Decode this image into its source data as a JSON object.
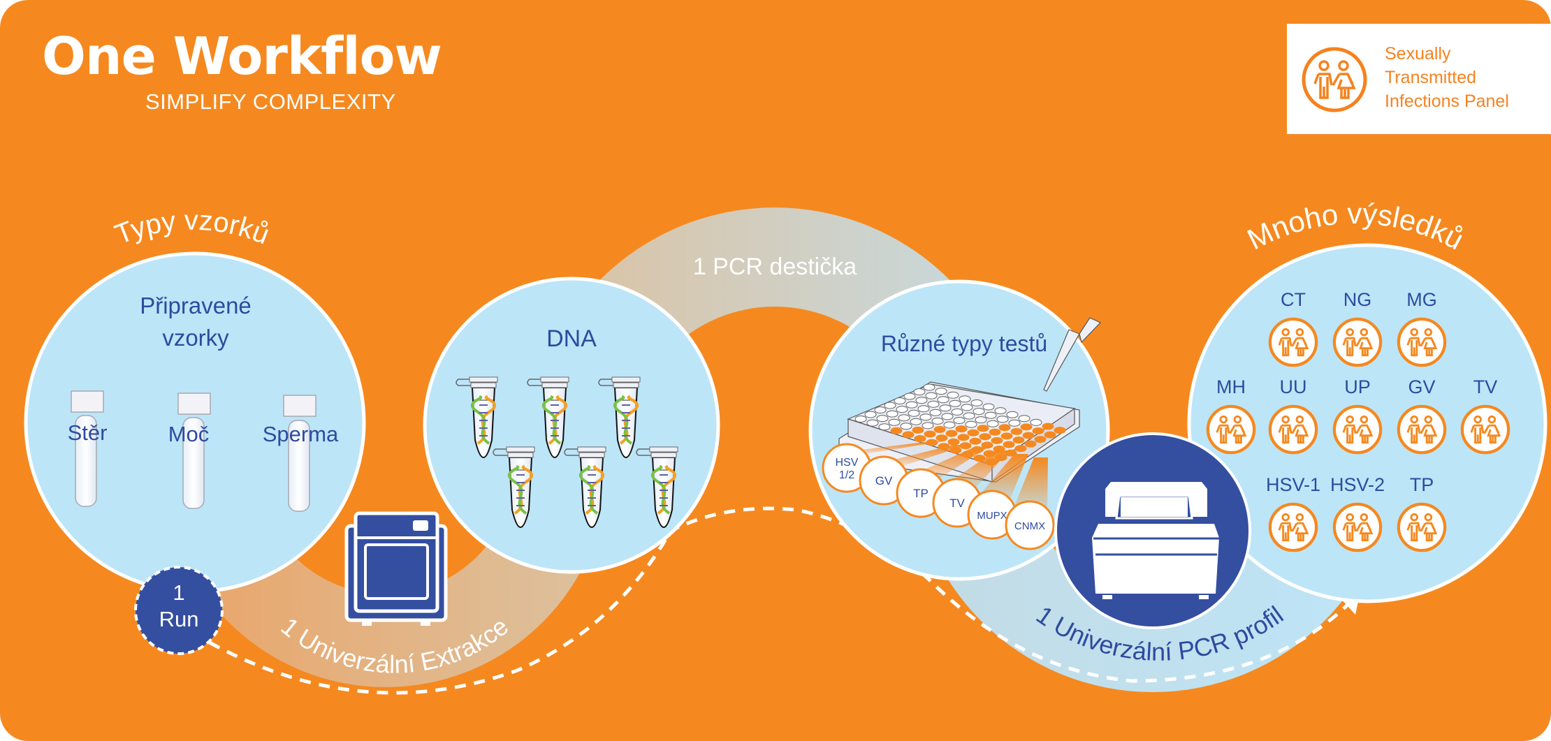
{
  "header": {
    "title": "One Workflow",
    "subtitle": "SIMPLIFY COMPLEXITY"
  },
  "badge": {
    "icon": "couple-icon",
    "lines": [
      "Sexually",
      "Transmitted",
      "Infections Panel"
    ]
  },
  "colors": {
    "background": "#f5891f",
    "circle_fill": "#bde5f8",
    "navy": "#344ea0",
    "text_blue": "#2e4b9e",
    "white": "#ffffff",
    "arc_tan": "#dcc4a3"
  },
  "samples": {
    "arc_label": "Typy vzorků",
    "heading_line1": "Připravené",
    "heading_line2": "vzorky",
    "items": [
      "Stěr",
      "Moč",
      "Sperma"
    ]
  },
  "run_badge": {
    "line1": "1",
    "line2": "Run"
  },
  "extraction": {
    "label": "1 Univerzální Extrakce",
    "icon": "extraction-instrument-icon"
  },
  "dna": {
    "heading": "DNA",
    "tube_count": 6
  },
  "pcr_plate": {
    "label": "1 PCR destička"
  },
  "tests": {
    "heading": "Různé typy testů",
    "assays": [
      "HSV 1/2",
      "GV",
      "TP",
      "TV",
      "MUPX",
      "CNMX"
    ]
  },
  "pcr_profile": {
    "label": "1 Univerzální PCR profil",
    "icon": "thermocycler-icon"
  },
  "results": {
    "arc_label": "Mnoho výsledků",
    "rows": [
      [
        "CT",
        "NG",
        "MG"
      ],
      [
        "MH",
        "UU",
        "UP",
        "GV",
        "TV"
      ],
      [
        "HSV-1",
        "HSV-2",
        "TP"
      ]
    ]
  }
}
